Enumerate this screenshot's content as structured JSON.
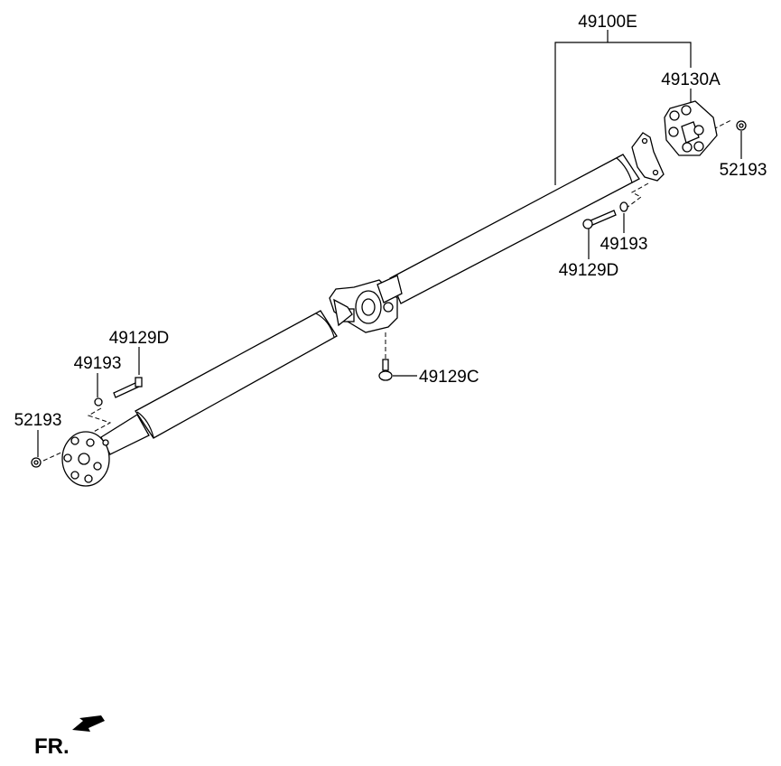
{
  "labels": {
    "assembly": "49100E",
    "coupling_rear": "49130A",
    "nut_rear": "52193",
    "washer_rear": "49193",
    "bolt_rear": "49129D",
    "bearing_bolt": "49129C",
    "bolt_front": "49129D",
    "washer_front": "49193",
    "nut_front": "52193"
  },
  "direction": {
    "label": "FR."
  }
}
